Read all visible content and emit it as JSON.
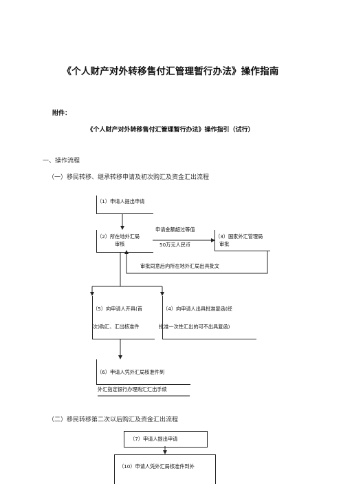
{
  "doc": {
    "title": "《个人财产对外转移售付汇管理暂行办法》操作指南",
    "attachment": "附件：",
    "subtitle": "《个人财产对外转移售付汇管理暂行办法》操作指引（试行）",
    "section1": "一、操作流程",
    "sub1": "（一）移民转移、继承转移申请及初次购汇及资金汇出流程",
    "sub2": "（二）移民转移第二次以后购汇及资金汇出流程"
  },
  "flow1": {
    "step1": "（1）申请人提出申请",
    "step2_line1": "（2）所在地外汇局",
    "step2_line2": "审核",
    "arrow_label_line1": "申请金额超过等值",
    "arrow_label_line2": "50万元人民币",
    "step3_line1": "（3）国家外汇管理局",
    "step3_line2": "审批",
    "return_label": "审批同意后向所在地外汇局出具批文",
    "step5_line1": "（5）向申请人开具(首",
    "step5_line2": "次)购汇、汇出核准件",
    "step4_line1": "（4）向申请人出具批准复函(经",
    "step4_line2": "批准一次性汇出的可不出具复函)",
    "step6_line1": "（6）申请人凭外汇局核准件到",
    "step6_line2": "外汇指定银行办理购汇汇出手续"
  },
  "flow2": {
    "step7": "（7）申请人提出申请",
    "step10": "（10）申请人凭外汇局核准件到外"
  }
}
